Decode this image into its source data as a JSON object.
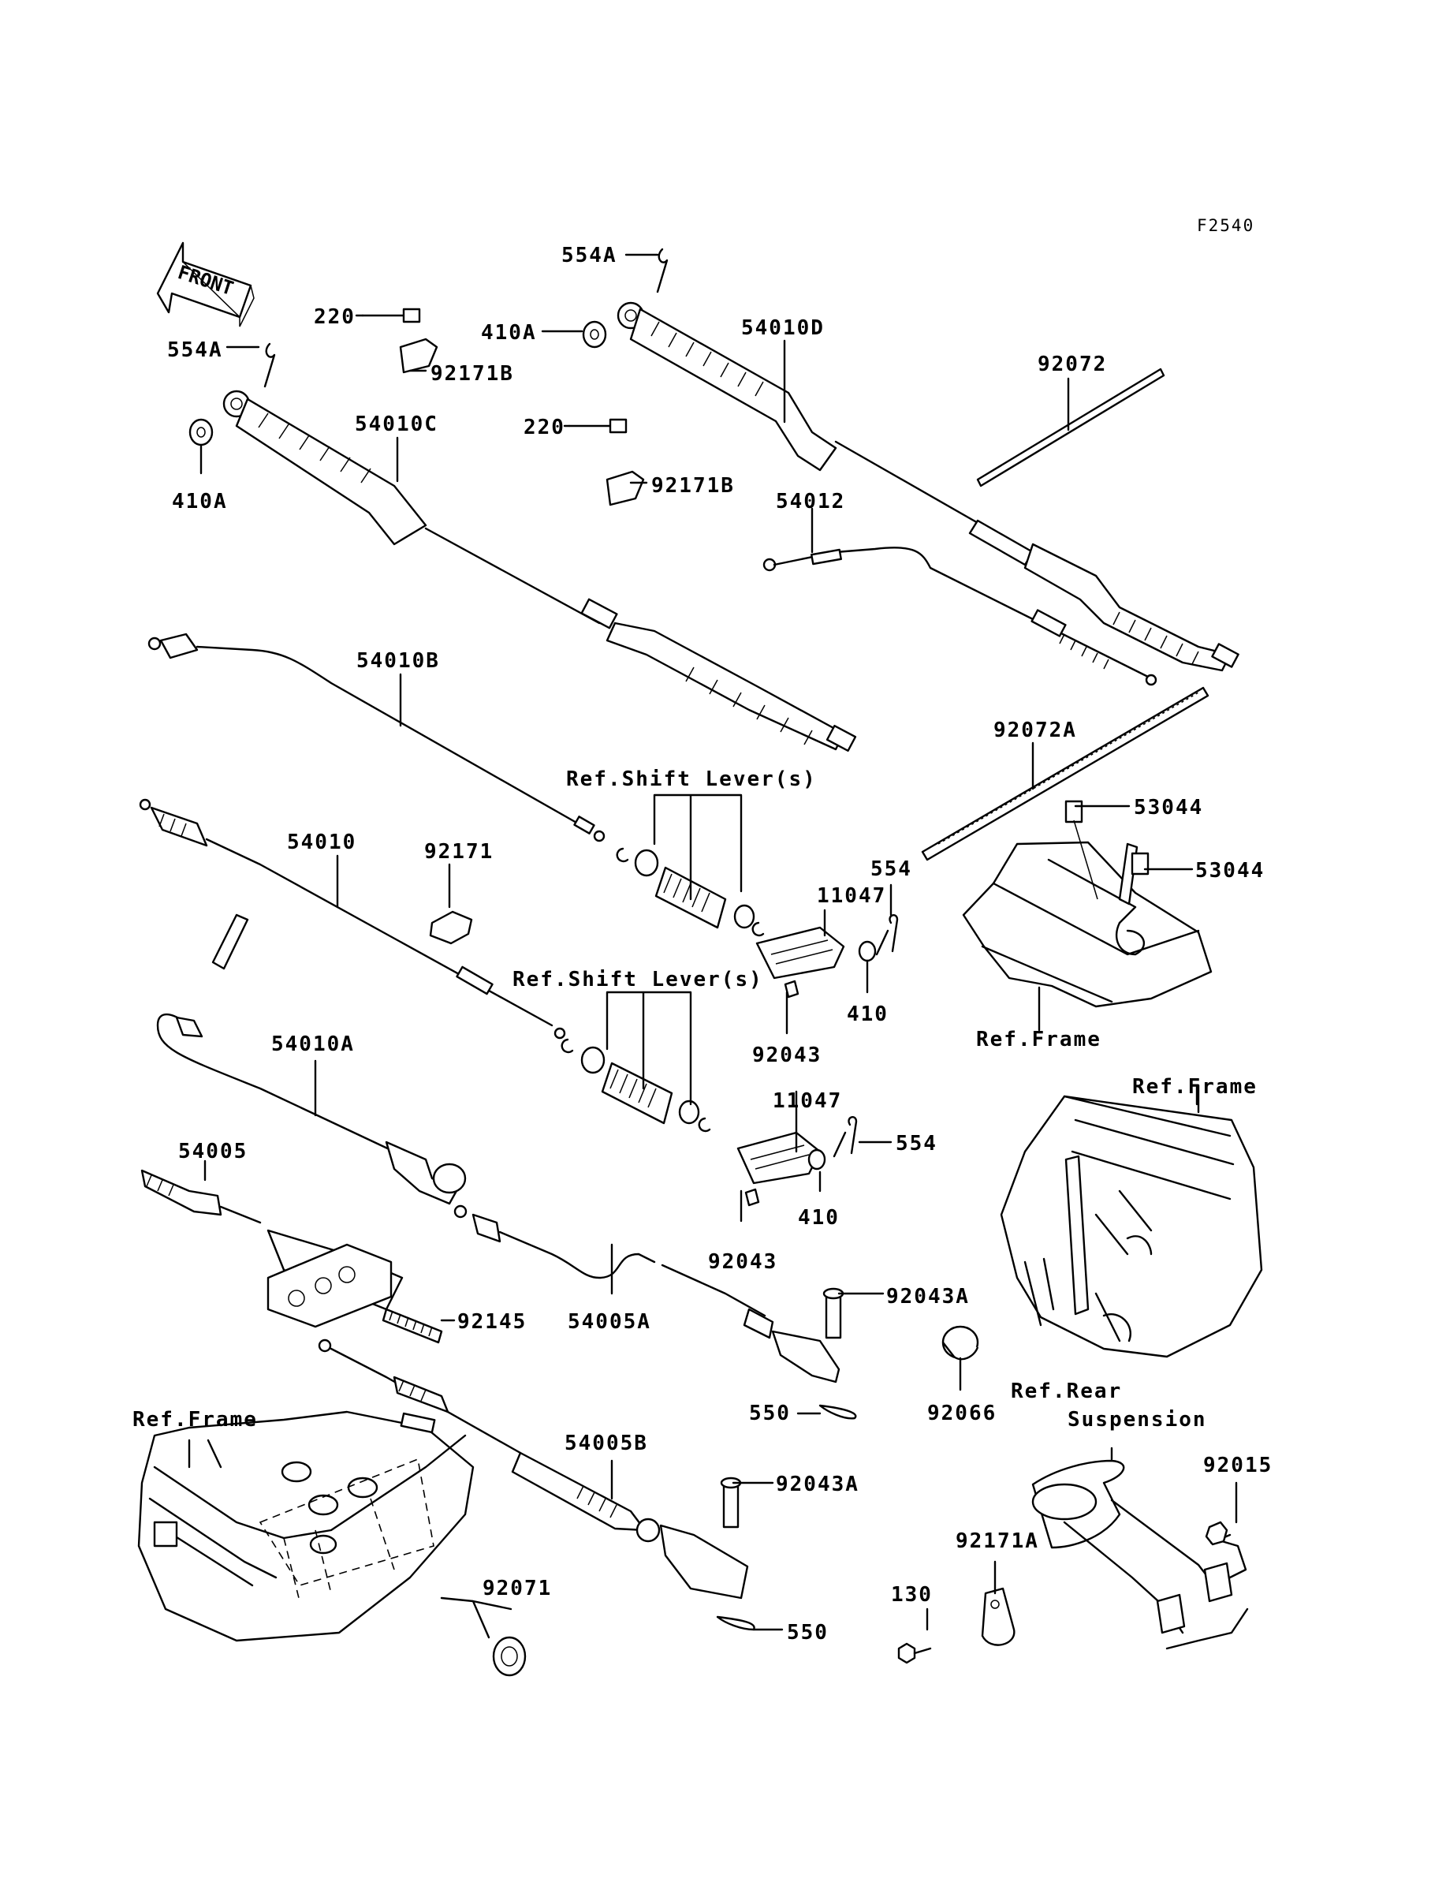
{
  "diagram_code": "F2540",
  "front_arrow_label": "FRONT",
  "labels": {
    "l554A_top": "554A",
    "l554A_left": "554A",
    "l220_a": "220",
    "l220_b": "220",
    "l410A_top": "410A",
    "l410A_left": "410A",
    "l92171B_a": "92171B",
    "l92171B_b": "92171B",
    "l54010D": "54010D",
    "l54010C": "54010C",
    "l92072": "92072",
    "l54012": "54012",
    "l54010B": "54010B",
    "l92072A": "92072A",
    "l53044_a": "53044",
    "l53044_b": "53044",
    "l_ref_shift_1": "Ref.Shift Lever(s)",
    "l_ref_shift_2": "Ref.Shift Lever(s)",
    "l54010": "54010",
    "l92171": "92171",
    "l554_a": "554",
    "l554_b": "554",
    "l11047_a": "11047",
    "l11047_b": "11047",
    "l410_a": "410",
    "l410_b": "410",
    "l92043_a": "92043",
    "l92043_b": "92043",
    "l_ref_frame_1": "Ref.Frame",
    "l_ref_frame_2": "Ref.Frame",
    "l_ref_frame_3": "Ref.Frame",
    "l54010A": "54010A",
    "l54005": "54005",
    "l92145": "92145",
    "l54005A": "54005A",
    "l92043A_a": "92043A",
    "l92043A_b": "92043A",
    "l550_a": "550",
    "l550_b": "550",
    "l92066": "92066",
    "l_ref_rear_1": "Ref.Rear",
    "l_ref_rear_2": "Suspension",
    "l92015": "92015",
    "l54005B": "54005B",
    "l92171A": "92171A",
    "l130": "130",
    "l92071": "92071"
  }
}
